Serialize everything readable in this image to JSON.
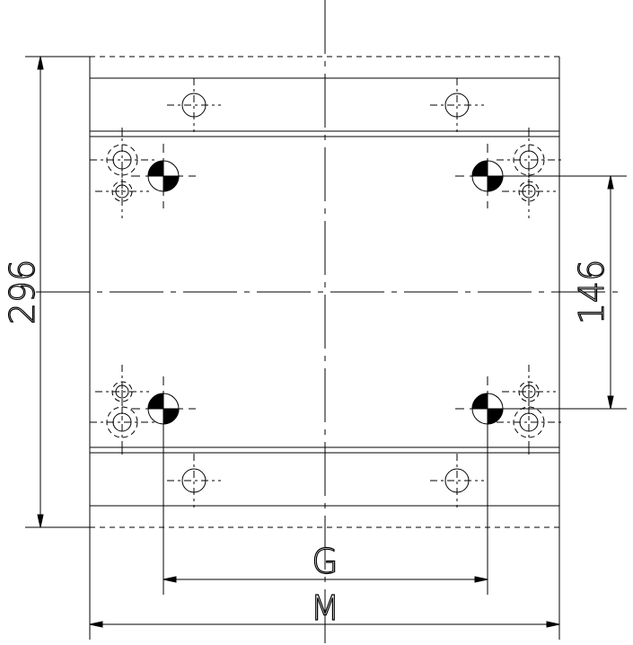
{
  "dimensions": {
    "height": "296",
    "mark_spacing_vertical": "146",
    "mark_spacing_horizontal": "G",
    "width": "M"
  },
  "colors": {
    "line": "#000000",
    "background": "#ffffff"
  }
}
